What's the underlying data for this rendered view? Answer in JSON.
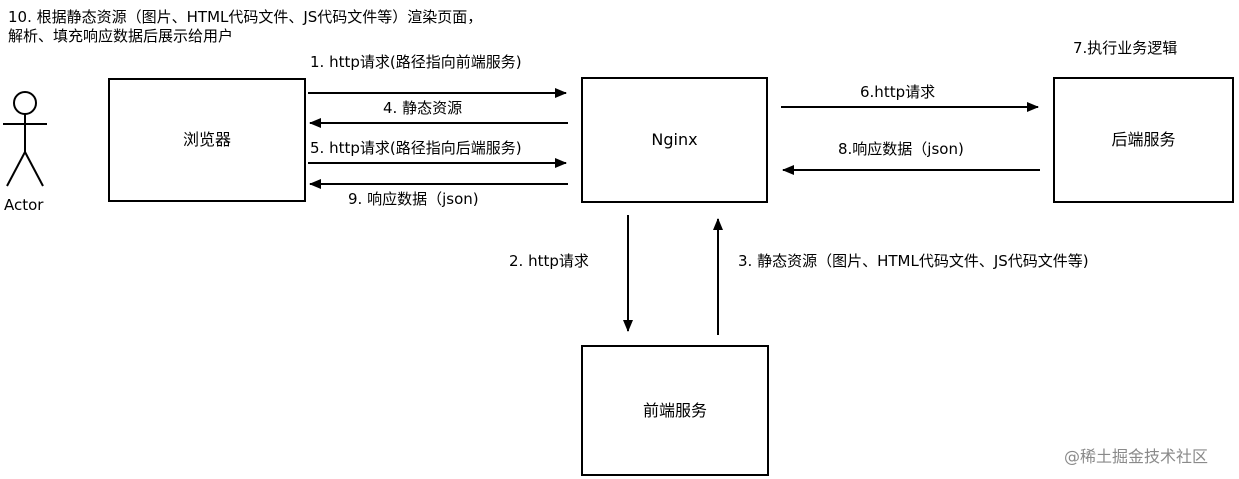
{
  "note": {
    "line1": "10. 根据静态资源（图片、HTML代码文件、JS代码文件等）渲染页面，",
    "line2": "解析、填充响应数据后展示给用户"
  },
  "actor": {
    "label": "Actor"
  },
  "nodes": {
    "browser": "浏览器",
    "nginx": "Nginx",
    "frontend": "前端服务",
    "backend": "后端服务"
  },
  "steps": {
    "s1": "1. http请求(路径指向前端服务)",
    "s2": "2. http请求",
    "s3": "3. 静态资源（图片、HTML代码文件、JS代码文件等)",
    "s4": "4. 静态资源",
    "s5": "5. http请求(路径指向后端服务)",
    "s6": "6.http请求",
    "s7": "7.执行业务逻辑",
    "s8": "8.响应数据（json)",
    "s9": "9. 响应数据（json)"
  },
  "watermark": "@稀土掘金技术社区"
}
